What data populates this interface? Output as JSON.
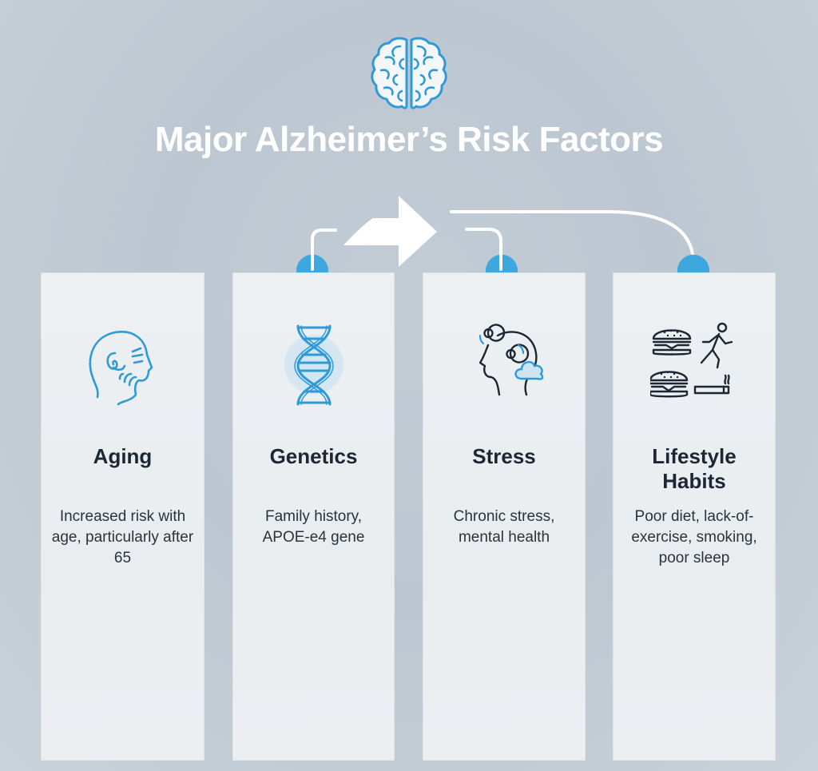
{
  "title": "Major Alzheimer’s Risk Factors",
  "header_icon": "brain-icon",
  "colors": {
    "background": "#c3ccd5",
    "card": "#eceff2",
    "accent_blue": "#3fa7df",
    "title_text": "#ffffff",
    "heading_text": "#1d2733",
    "body_text": "#2a333d"
  },
  "cards": [
    {
      "id": "aging",
      "icon": "aging-head-icon",
      "heading": "Aging",
      "description": "Increased risk with age, particularly after 65"
    },
    {
      "id": "genetics",
      "icon": "dna-icon",
      "heading": "Genetics",
      "description": "Family history, APOE-e4 gene"
    },
    {
      "id": "stress",
      "icon": "stressed-head-icon",
      "heading": "Stress",
      "description": "Chronic stress, mental health"
    },
    {
      "id": "lifestyle",
      "icon": "lifestyle-icon",
      "heading": "Lifestyle Habits",
      "description": "Poor diet, lack-of-exercise, smoking, poor sleep"
    }
  ],
  "connectors": {
    "arrow_icon": "right-arrow-icon",
    "pins": [
      "genetics",
      "stress",
      "lifestyle"
    ]
  }
}
